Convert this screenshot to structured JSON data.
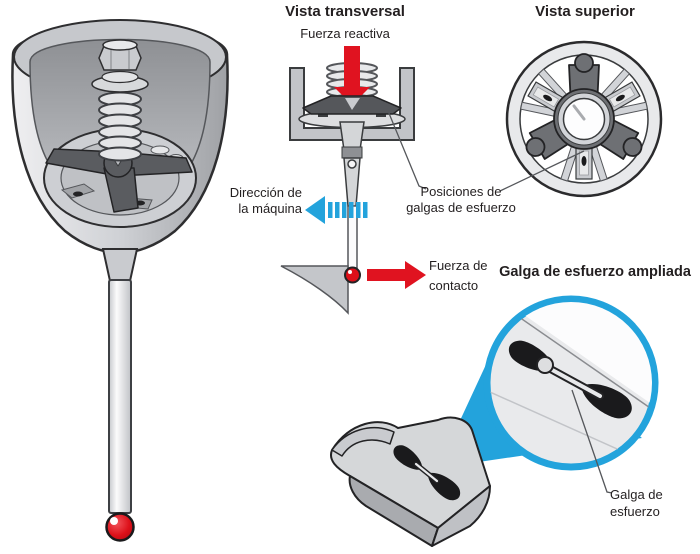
{
  "titles": {
    "cross_section": "Vista transversal",
    "top_view": "Vista superior",
    "gauge_detail": "Galga de esfuerzo ampliada"
  },
  "labels": {
    "reactive_force": "Fuerza reactiva",
    "machine_direction": [
      "Dirección de",
      "la máquina"
    ],
    "gauge_positions": [
      "Posiciones de",
      "galgas de esfuerzo"
    ],
    "contact_force": [
      "Fuerza de",
      "contacto"
    ],
    "strain_gauge": [
      "Galga de",
      "esfuerzo"
    ]
  },
  "icons": {
    "reactive_force_arrow": "red-arrow-down",
    "machine_direction_arrow": "blue-striped-arrow-left",
    "contact_force_arrow": "red-arrow-right"
  },
  "colors": {
    "arrow_red": "#E01320",
    "ball_red": "#DD1019",
    "accent_blue": "#23A3DC",
    "ink": "#231F20",
    "metal_light": "#D7D9DB",
    "metal_mid": "#B9BBBF",
    "metal_dark": "#5A5C60"
  }
}
